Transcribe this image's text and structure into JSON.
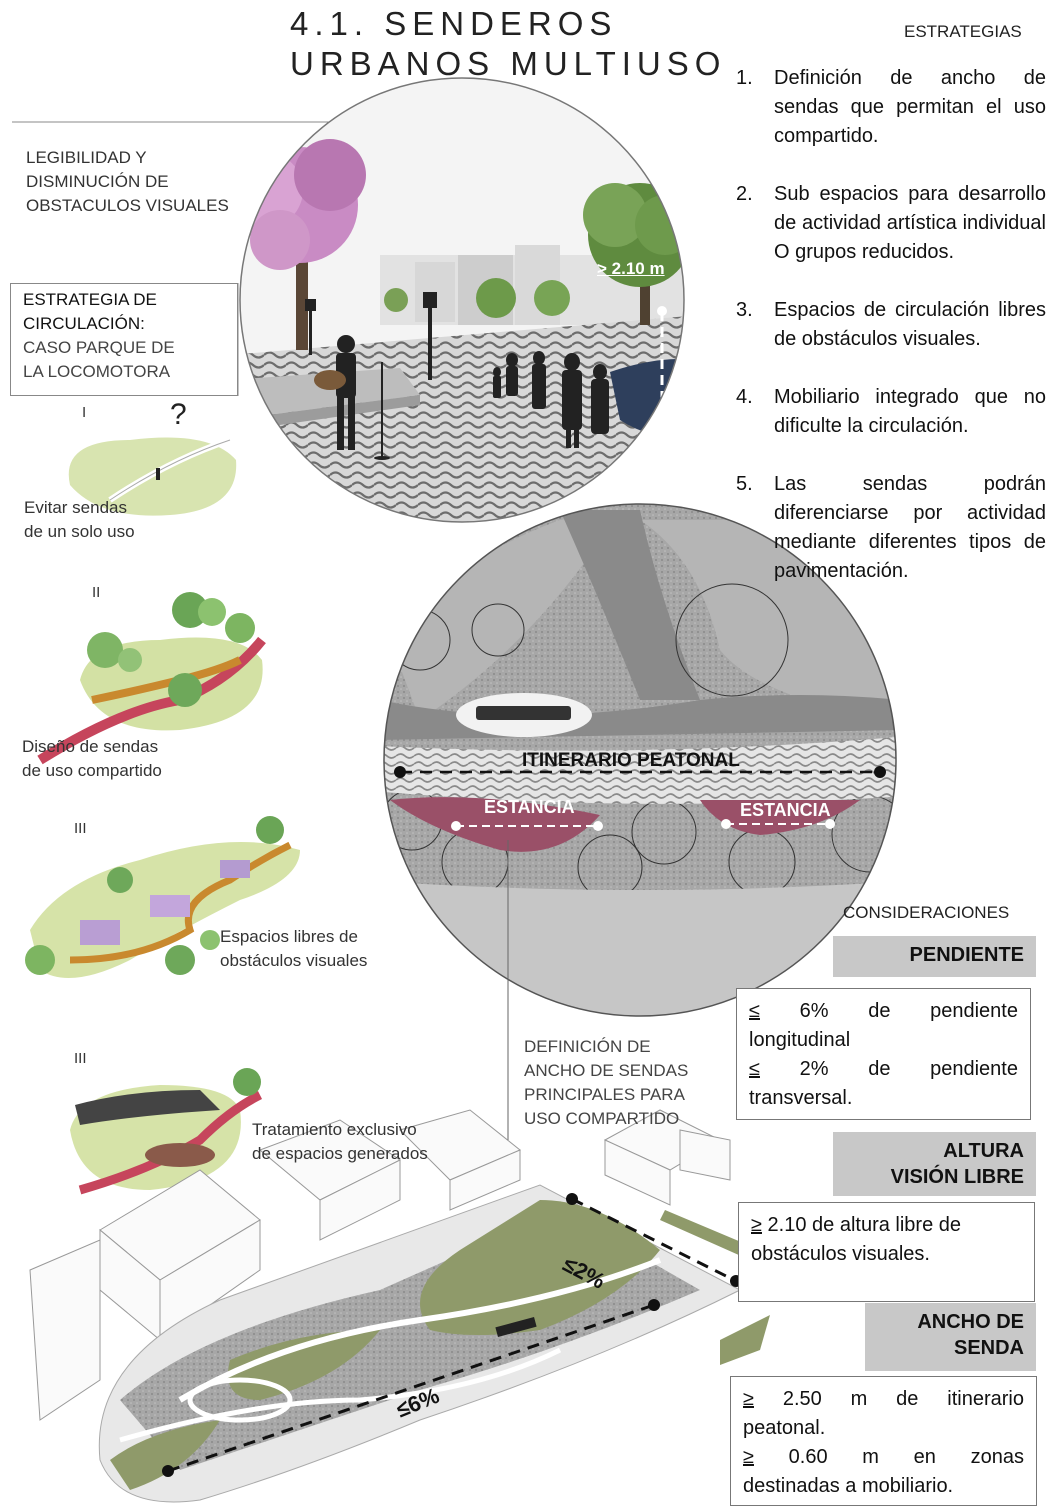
{
  "title": {
    "line1": "4.1. SENDEROS",
    "line2": "URBANOS MULTIUSO"
  },
  "strategies": {
    "heading": "ESTRATEGIAS",
    "items": [
      {
        "num": "1.",
        "text": "Definición de ancho de sendas que permitan el uso compartido."
      },
      {
        "num": "2.",
        "text": "Sub espacios para desarrollo de actividad artística individual O grupos reducidos."
      },
      {
        "num": "3.",
        "text": "Espacios de circulación libres de obstáculos visuales."
      },
      {
        "num": "4.",
        "text": "Mobiliario integrado que no dificulte la circulación."
      },
      {
        "num": "5.",
        "text": "Las sendas podrán diferenciarse por actividad mediante diferentes tipos de pavimentación."
      }
    ]
  },
  "legibility": {
    "line1": "LEGIBILIDAD Y",
    "line2": "DISMINUCIÓN DE",
    "line3": "OBSTACULOS VISUALES"
  },
  "circulation": {
    "line1": "ESTRATEGIA DE",
    "line2": "CIRCULACIÓN:",
    "line3": "CASO PARQUE DE",
    "line4": "LA LOCOMOTORA"
  },
  "height_label": "> 2.10 m",
  "diagrams": [
    {
      "roman": "I",
      "mark": "?",
      "caption1": "Evitar sendas",
      "caption2": "de un solo uso"
    },
    {
      "roman": "II",
      "caption1": "Diseño de sendas",
      "caption2": "de uso compartido"
    },
    {
      "roman": "III",
      "caption1": "Espacios libres de",
      "caption2": "obstáculos visuales"
    },
    {
      "roman": "III",
      "caption1": "Tratamiento exclusivo",
      "caption2": "de espacios generados"
    }
  ],
  "plan": {
    "itinerary": "ITINERARIO PEATONAL",
    "stay1": "ESTANCIA",
    "stay2": "ESTANCIA"
  },
  "width_def": {
    "line1": "DEFINICIÓN DE",
    "line2": "ANCHO DE SENDAS",
    "line3": "PRINCIPALES PARA",
    "line4": "USO COMPARTIDO"
  },
  "slopes": {
    "a": "≤2%",
    "b": "≤6%"
  },
  "considerations": {
    "heading": "CONSIDERACIONES",
    "pendiente": {
      "title": "PENDIENTE",
      "r1": [
        "≤",
        "6%",
        "de",
        "pendiente"
      ],
      "r2": "longitudinal",
      "r3": [
        "≤",
        "2%",
        "de",
        "pendiente"
      ],
      "r4": "transversal."
    },
    "altura": {
      "title1": "ALTURA",
      "title2": "VISIÓN LIBRE",
      "sym": "≥",
      "r1": " 2.10 de altura libre de",
      "r2": "obstáculos visuales."
    },
    "ancho": {
      "title1": "ANCHO DE",
      "title2": "SENDA",
      "r1": [
        "≥",
        "2.50",
        "m",
        "de",
        "itinerario"
      ],
      "r2": "peatonal.",
      "r3": [
        "≥",
        "0.60",
        "m",
        "en",
        "zonas"
      ],
      "r4": "destinadas a mobiliario."
    }
  },
  "colors": {
    "grass": "#c9d89a",
    "path_red": "#b13c52",
    "stay_fill": "#9a5068",
    "paving": "#9a9a9a"
  }
}
